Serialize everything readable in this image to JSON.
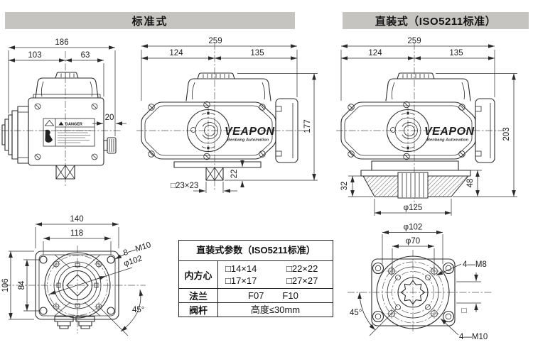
{
  "headers": {
    "standard": "标准式",
    "direct": "直装式（ISO5211标准）"
  },
  "brand": {
    "name": "VEAPON",
    "subtitle": "Benbang Automation"
  },
  "danger": {
    "title": "DANGER"
  },
  "colors": {
    "header_bg": "#c6c4c1",
    "line": "#2b2b2b"
  },
  "views": {
    "side": {
      "dims": {
        "total_width": "186",
        "left_width": "103",
        "right_width": "63",
        "gland_offset": "20"
      }
    },
    "front_standard": {
      "dims": {
        "total_width": "259",
        "left_width": "124",
        "right_width": "135",
        "height": "177",
        "stem_height": "22",
        "stem_square": "□23×23"
      }
    },
    "front_iso": {
      "dims": {
        "total_width": "259",
        "left_width": "124",
        "right_width": "135",
        "height": "203",
        "flange_height": "48",
        "hub_height": "32",
        "flange_dia": "φ125"
      }
    },
    "bottom_standard": {
      "dims": {
        "base_width": "140",
        "bolt_span_w": "118",
        "base_height": "106",
        "bolt_span_h": "84",
        "bolt_spec": "8—M10",
        "bolt_circle": "φ102",
        "angle": "45°"
      }
    },
    "bottom_iso": {
      "dims": {
        "bolt_circle_outer": "φ102",
        "bolt_circle_inner": "φ70",
        "bolt_spec_inner": "4—M8",
        "bolt_spec_outer": "4—M10",
        "angle": "45°",
        "square_symbol": "□"
      }
    }
  },
  "table": {
    "title": "直装式参数（ISO5211标准）",
    "rows": [
      {
        "label": "内方心",
        "values": [
          "□14×14",
          "□22×22",
          "□17×17",
          "□27×27"
        ]
      },
      {
        "label": "法兰",
        "values": [
          "F07",
          "F10"
        ]
      },
      {
        "label": "阀杆",
        "values": [
          "高度≤30mm"
        ]
      }
    ]
  }
}
